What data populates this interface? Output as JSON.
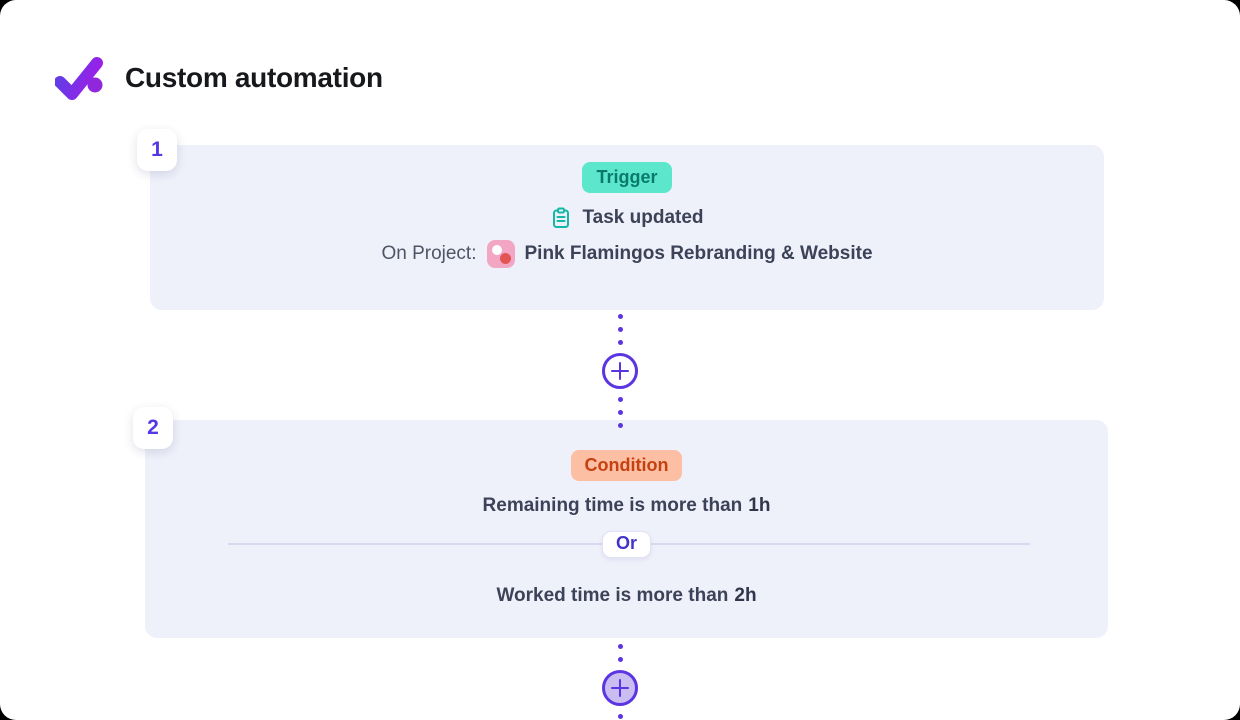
{
  "header": {
    "title": "Custom automation",
    "logo_icon": "checkmark-logo-icon"
  },
  "step1": {
    "number": "1",
    "badge_label": "Trigger",
    "event_icon": "clipboard-icon",
    "event_label": "Task updated",
    "project_prefix": "On Project:",
    "project_icon": "project-color-icon",
    "project_name": "Pink Flamingos Rebranding & Website"
  },
  "step2": {
    "number": "2",
    "badge_label": "Condition",
    "condition_a_text": "Remaining time is more than",
    "condition_a_value": "1h",
    "or_label": "Or",
    "condition_b_text": "Worked time is more than",
    "condition_b_value": "2h"
  },
  "connectors": {
    "add_icon": "plus-icon"
  },
  "colors": {
    "accent_purple": "#5b35e2",
    "card_bg": "#eef0fa",
    "trigger_badge_bg": "#5ce7cc",
    "trigger_badge_text": "#0b7a6e",
    "condition_badge_bg": "#fcbfa4",
    "condition_badge_text": "#c5410f",
    "teal_icon": "#14b8a6",
    "project_icon_pink": "#f2a6c4",
    "project_icon_red": "#e25555",
    "body_text": "#3c4257",
    "or_text": "#4334c9"
  }
}
